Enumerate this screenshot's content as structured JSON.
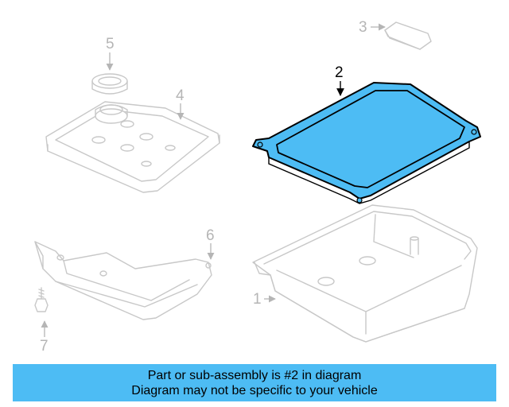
{
  "callouts": {
    "c1": "1",
    "c2": "2",
    "c3": "3",
    "c4": "4",
    "c5": "5",
    "c6": "6",
    "c7": "7"
  },
  "banner": {
    "line1": "Part or sub-assembly is #2 in diagram",
    "line2": "Diagram may not be specific to your vehicle"
  },
  "colors": {
    "highlight": "#4dbcf4",
    "outline": "#c8c8c8",
    "active_outline": "#000000"
  }
}
